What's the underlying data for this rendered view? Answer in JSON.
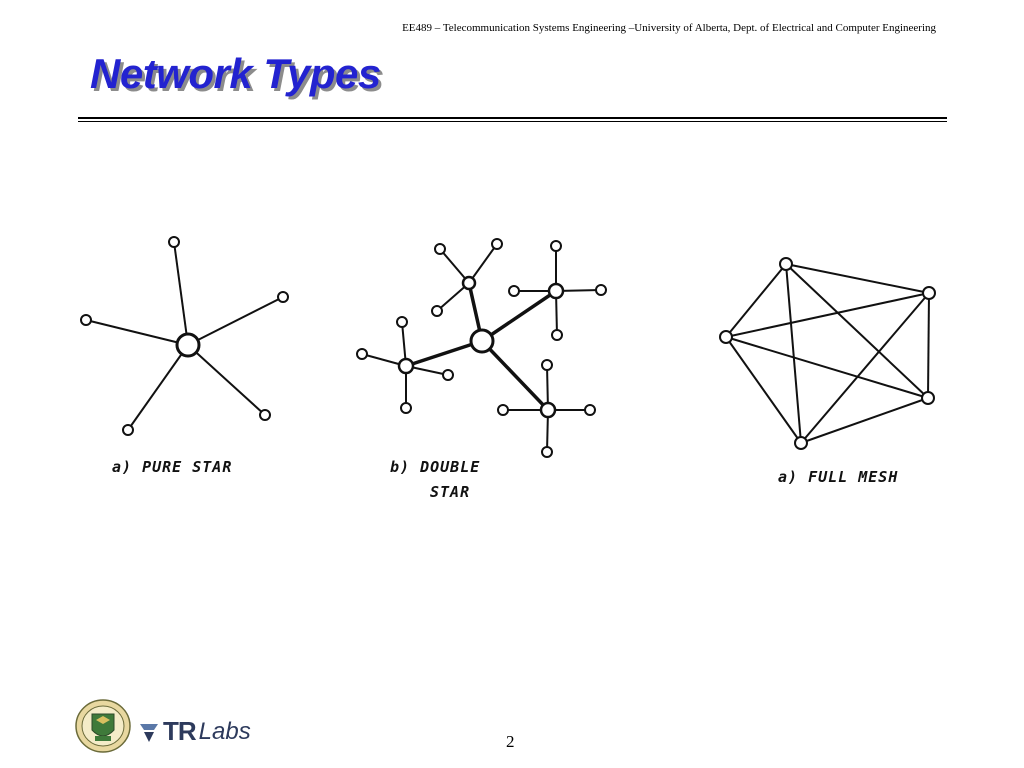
{
  "header": {
    "course_line": "EE489 – Telecommunication Systems Engineering –University of Alberta, Dept. of Electrical and Computer Engineering"
  },
  "slide": {
    "title": "Network Types",
    "page_number": "2"
  },
  "diagrams": [
    {
      "caption_line1": "a) PURE STAR",
      "caption_line2": ""
    },
    {
      "caption_line1": "b) DOUBLE",
      "caption_line2": "STAR"
    },
    {
      "caption_line1": "a) FULL MESH",
      "caption_line2": ""
    }
  ],
  "footer": {
    "logo_tr": "TR",
    "logo_labs": "Labs",
    "seal_icon": "university-of-alberta-seal-icon",
    "brand_color": "#2d3a5c",
    "title_color": "#2323d0"
  }
}
